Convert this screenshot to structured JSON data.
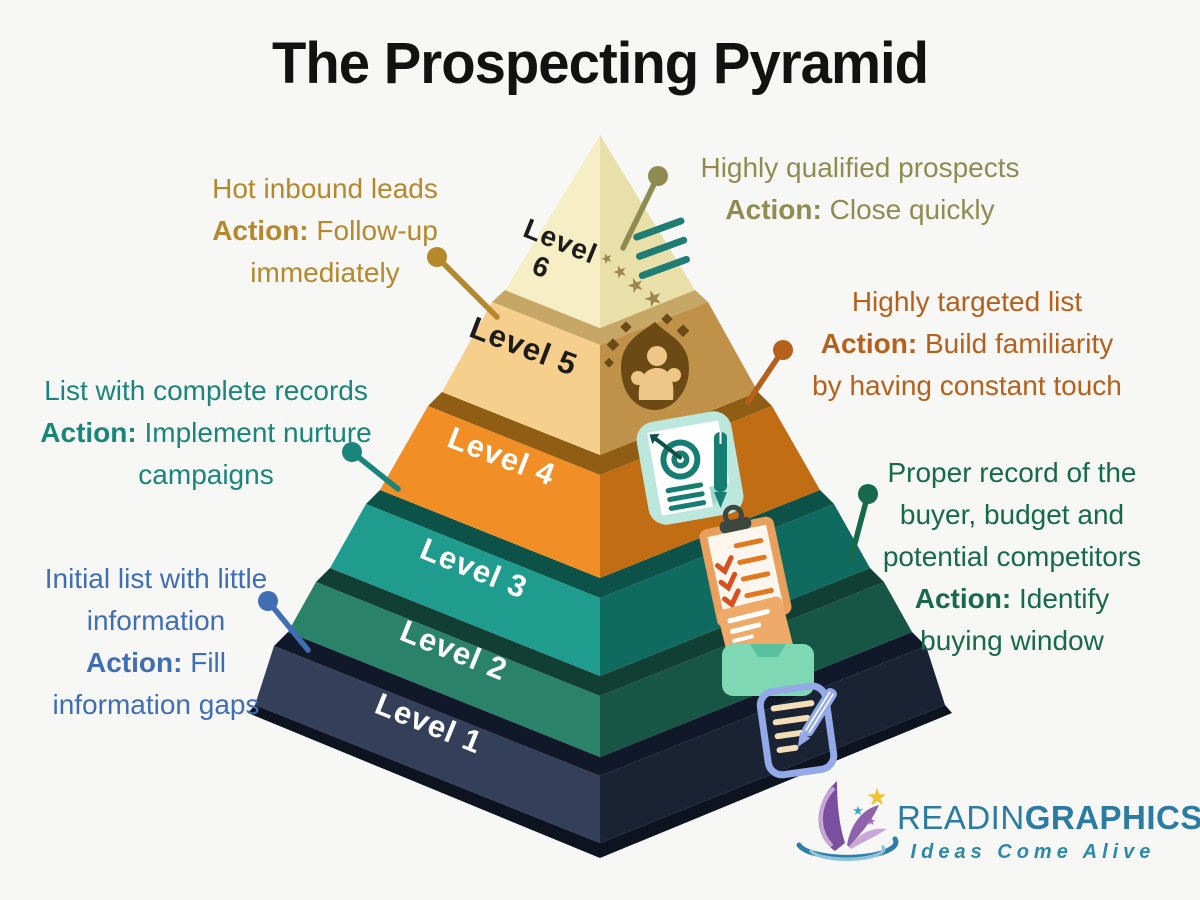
{
  "title": "The Prospecting Pyramid",
  "colors": {
    "background": "#f7f7f6",
    "title": "#121212"
  },
  "pyramid": {
    "levels": [
      {
        "label": "Level 1",
        "left": "#343f5a",
        "right": "#1a2334",
        "lip": "#10182a",
        "text_color": "#ffffff",
        "icon": "notepad-pencil-icon",
        "icon_colors": {
          "outline": "#93a9e8",
          "lines": "#f3dfb7"
        }
      },
      {
        "label": "Level 2",
        "left": "#2a8268",
        "right": "#175544",
        "lip": "#123f33",
        "text_color": "#ffffff",
        "icon": "document-tray-icon",
        "icon_colors": {
          "tray": "#7fd8b4",
          "card": "#efa968"
        }
      },
      {
        "label": "Level 3",
        "left": "#1f9c8d",
        "right": "#0f6a60",
        "lip": "#0c5249",
        "text_color": "#ffffff",
        "icon": "checklist-clipboard-icon",
        "icon_colors": {
          "board": "#e8a05c",
          "lines": "#e07820",
          "check": "#d94f1e"
        }
      },
      {
        "label": "Level 4",
        "left": "#f18e25",
        "right": "#c16d14",
        "lip": "#8f5e14",
        "text_color": "#ffffff",
        "icon": "target-document-icon",
        "icon_colors": {
          "badge": "#bce7dd",
          "accent": "#157d72"
        }
      },
      {
        "label": "Level 5",
        "left": "#f6cf8c",
        "right": "#c09149",
        "lip": "#c7a765",
        "text_color": "#1c1c1c",
        "icon": "strong-person-icon",
        "icon_colors": {
          "blob": "#6b4a16",
          "person": "#eec687"
        }
      },
      {
        "label": "Level 6",
        "label_line1": "Level",
        "label_line2": "6",
        "left": "#f6efc5",
        "right": "#e9dfa9",
        "lip": "#b99c5e",
        "text_color": "#1c1c1c",
        "icon": "stars-achievement-icon",
        "icon_colors": {
          "lines": "#1f7d74",
          "stars": "#9b854a"
        }
      }
    ],
    "base_lip": "#0d1420"
  },
  "annotations": [
    {
      "id": "hot-inbound-leads",
      "side": "left",
      "color": "#b5892b",
      "style": "color:#b5892b",
      "lines": [
        {
          "pre": "Hot inbound leads"
        },
        {
          "bold": "Action:",
          "post": " Follow-up"
        },
        {
          "pre": "immediately"
        }
      ]
    },
    {
      "id": "complete-records",
      "side": "left",
      "color": "#19857b",
      "style": "color:#19857b",
      "lines": [
        {
          "pre": "List with complete records"
        },
        {
          "bold": "Action:",
          "post": " Implement nurture"
        },
        {
          "pre": "campaigns"
        }
      ]
    },
    {
      "id": "initial-list",
      "side": "left",
      "color": "#3f6eb3",
      "style": "color:#3f6eb3",
      "lines": [
        {
          "pre": "Initial list with little"
        },
        {
          "pre": "information"
        },
        {
          "bold": "Action:",
          "post": " Fill"
        },
        {
          "pre": "information gaps"
        }
      ]
    },
    {
      "id": "qualified-prospects",
      "side": "right",
      "color": "#8f8c51",
      "style": "color:#8f8c51",
      "lines": [
        {
          "pre": "Highly qualified prospects"
        },
        {
          "bold": "Action:",
          "post": " Close quickly"
        }
      ]
    },
    {
      "id": "targeted-list",
      "side": "right",
      "color": "#b5611c",
      "style": "color:#b5611c",
      "lines": [
        {
          "pre": "Highly targeted list"
        },
        {
          "bold": "Action:",
          "post": " Build familiarity"
        },
        {
          "pre": "by having constant touch"
        }
      ]
    },
    {
      "id": "proper-record",
      "side": "right",
      "color": "#17694c",
      "style": "color:#17694c",
      "lines": [
        {
          "pre": "Proper record of the"
        },
        {
          "pre": "buyer, budget and"
        },
        {
          "pre": "potential competitors"
        },
        {
          "bold": "Action:",
          "post": " Identify"
        },
        {
          "pre": "buying window"
        }
      ]
    }
  ],
  "logo": {
    "brand_regular": "READIN",
    "brand_bold": "GRAPHICS",
    "tagline": "Ideas Come Alive",
    "brand_style": "color:#2c7ba2",
    "tagline_style": "color:#2d89a8",
    "star": "★"
  }
}
